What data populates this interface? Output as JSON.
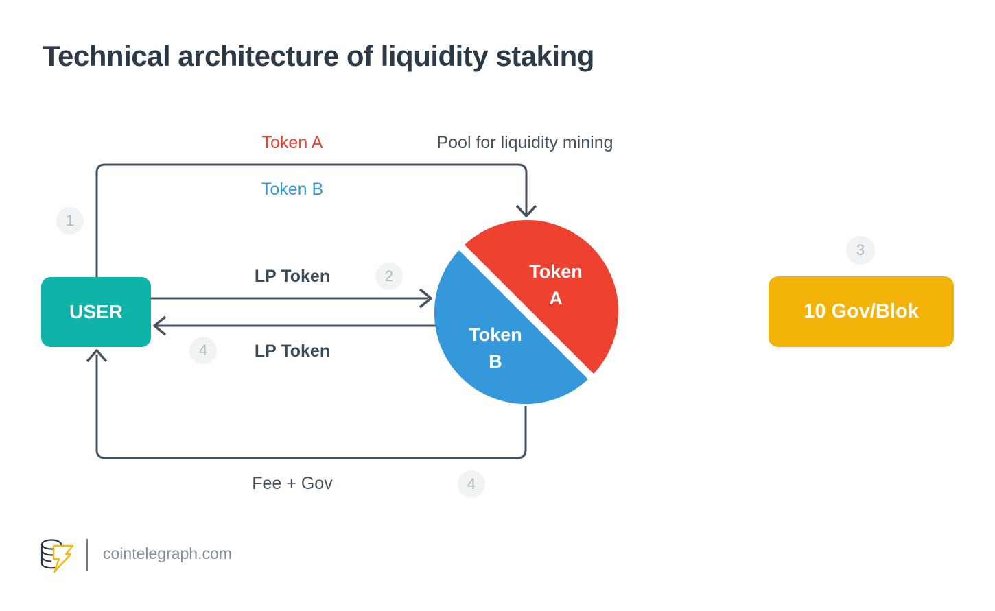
{
  "title": "Technical architecture of liquidity staking",
  "colors": {
    "token_a_red": "#ee4130",
    "token_b_blue": "#3498db",
    "user_teal": "#10b3a8",
    "reward_yellow": "#f3b208",
    "line_slate": "#44525f",
    "badge_bg": "#f1f2f2",
    "badge_text": "#adb9c4",
    "title_text": "#2c3946"
  },
  "diagram": {
    "deposit_flow": {
      "token_a_label": "Token A",
      "token_b_label": "Token B",
      "pool_caption": "Pool for liquidity mining"
    },
    "user_node": {
      "label": "USER"
    },
    "lp_token_to_pool": {
      "label": "LP Token"
    },
    "lp_token_to_user": {
      "label": "LP Token"
    },
    "pool_node": {
      "slice_a": {
        "word": "Token",
        "letter": "A"
      },
      "slice_b": {
        "word": "Token",
        "letter": "B"
      }
    },
    "reward_node": {
      "label": "10 Gov/Blok"
    },
    "fee_flow": {
      "label": "Fee + Gov"
    },
    "steps": {
      "s1": "1",
      "s2": "2",
      "s3": "3",
      "s4": "4"
    }
  },
  "footer": {
    "site": "cointelegraph.com"
  }
}
